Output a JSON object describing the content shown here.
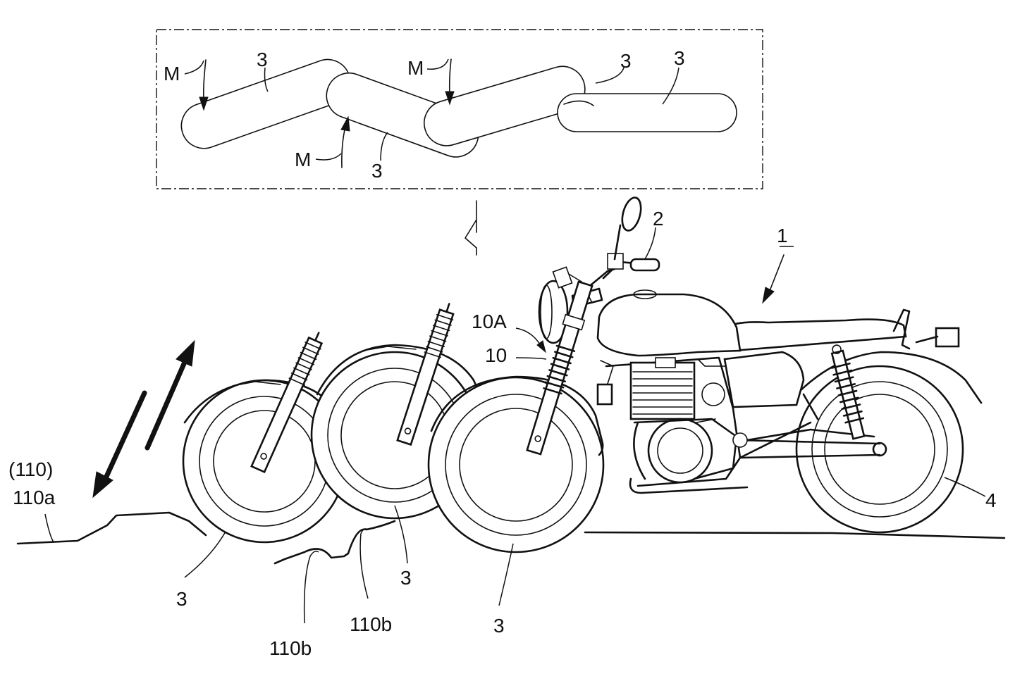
{
  "labels": {
    "three": "3",
    "m": "M",
    "one": "1",
    "two": "2",
    "four": "4",
    "ten": "10",
    "ten_a": "10A",
    "road_paren": "(110)",
    "road_a": "110a",
    "road_b": "110b"
  },
  "colors": {
    "ink": "#111111",
    "paper": "#ffffff"
  }
}
